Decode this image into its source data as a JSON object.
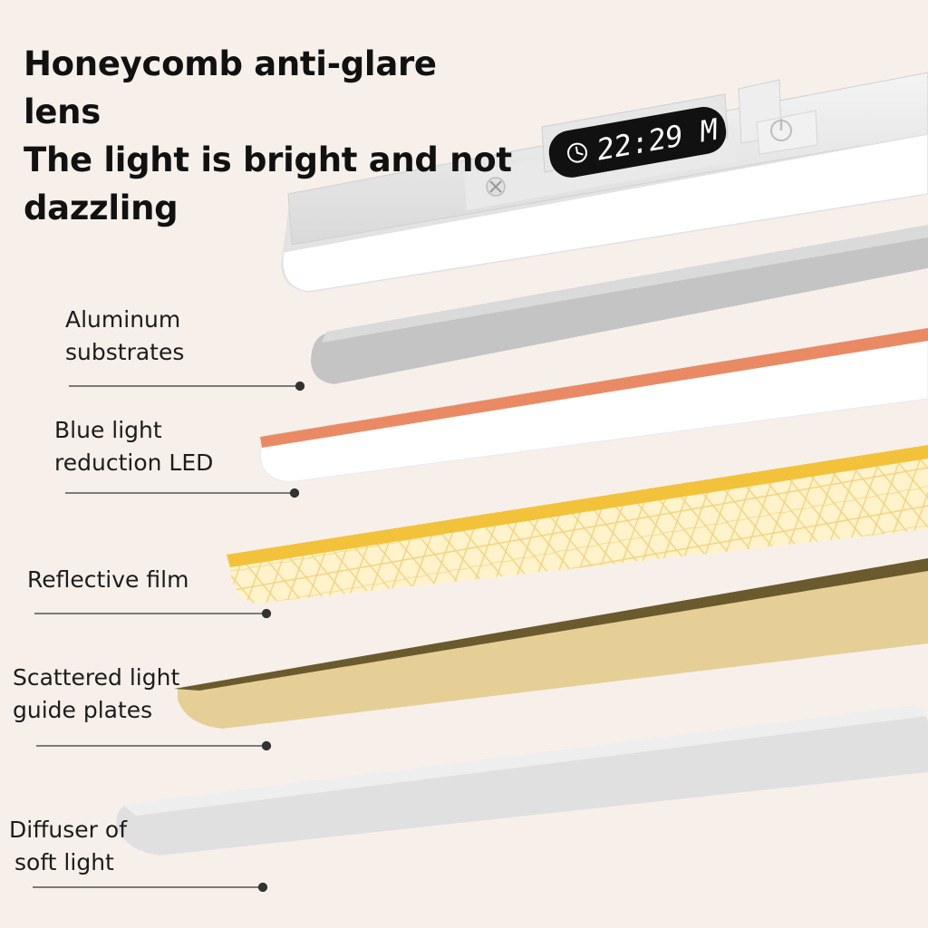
{
  "headline": {
    "lines": [
      "Honeycomb anti-glare",
      "lens",
      "The light is bright and not",
      "dazzling"
    ]
  },
  "lamp": {
    "clock_text": "22:29 M",
    "icons": [
      "clock-icon",
      "power-icon",
      "sensor-icon"
    ]
  },
  "layers": [
    {
      "lines": [
        "Aluminum",
        "substrates"
      ],
      "color": "#c4c4c4"
    },
    {
      "lines": [
        "Blue light",
        "reduction LED"
      ],
      "color": "#e98a64"
    },
    {
      "lines": [
        "Reflective film"
      ],
      "color": "#f2c23a"
    },
    {
      "lines": [
        "Scattered light",
        "guide plates"
      ],
      "color": "#e6cf96"
    },
    {
      "lines": [
        "Diffuser of",
        "soft light"
      ],
      "color": "#e0e0e0"
    }
  ],
  "colors": {
    "background": "#f7f0ea",
    "leader_line": "#333333",
    "display_background": "#111111",
    "display_text": "#ffffff"
  }
}
